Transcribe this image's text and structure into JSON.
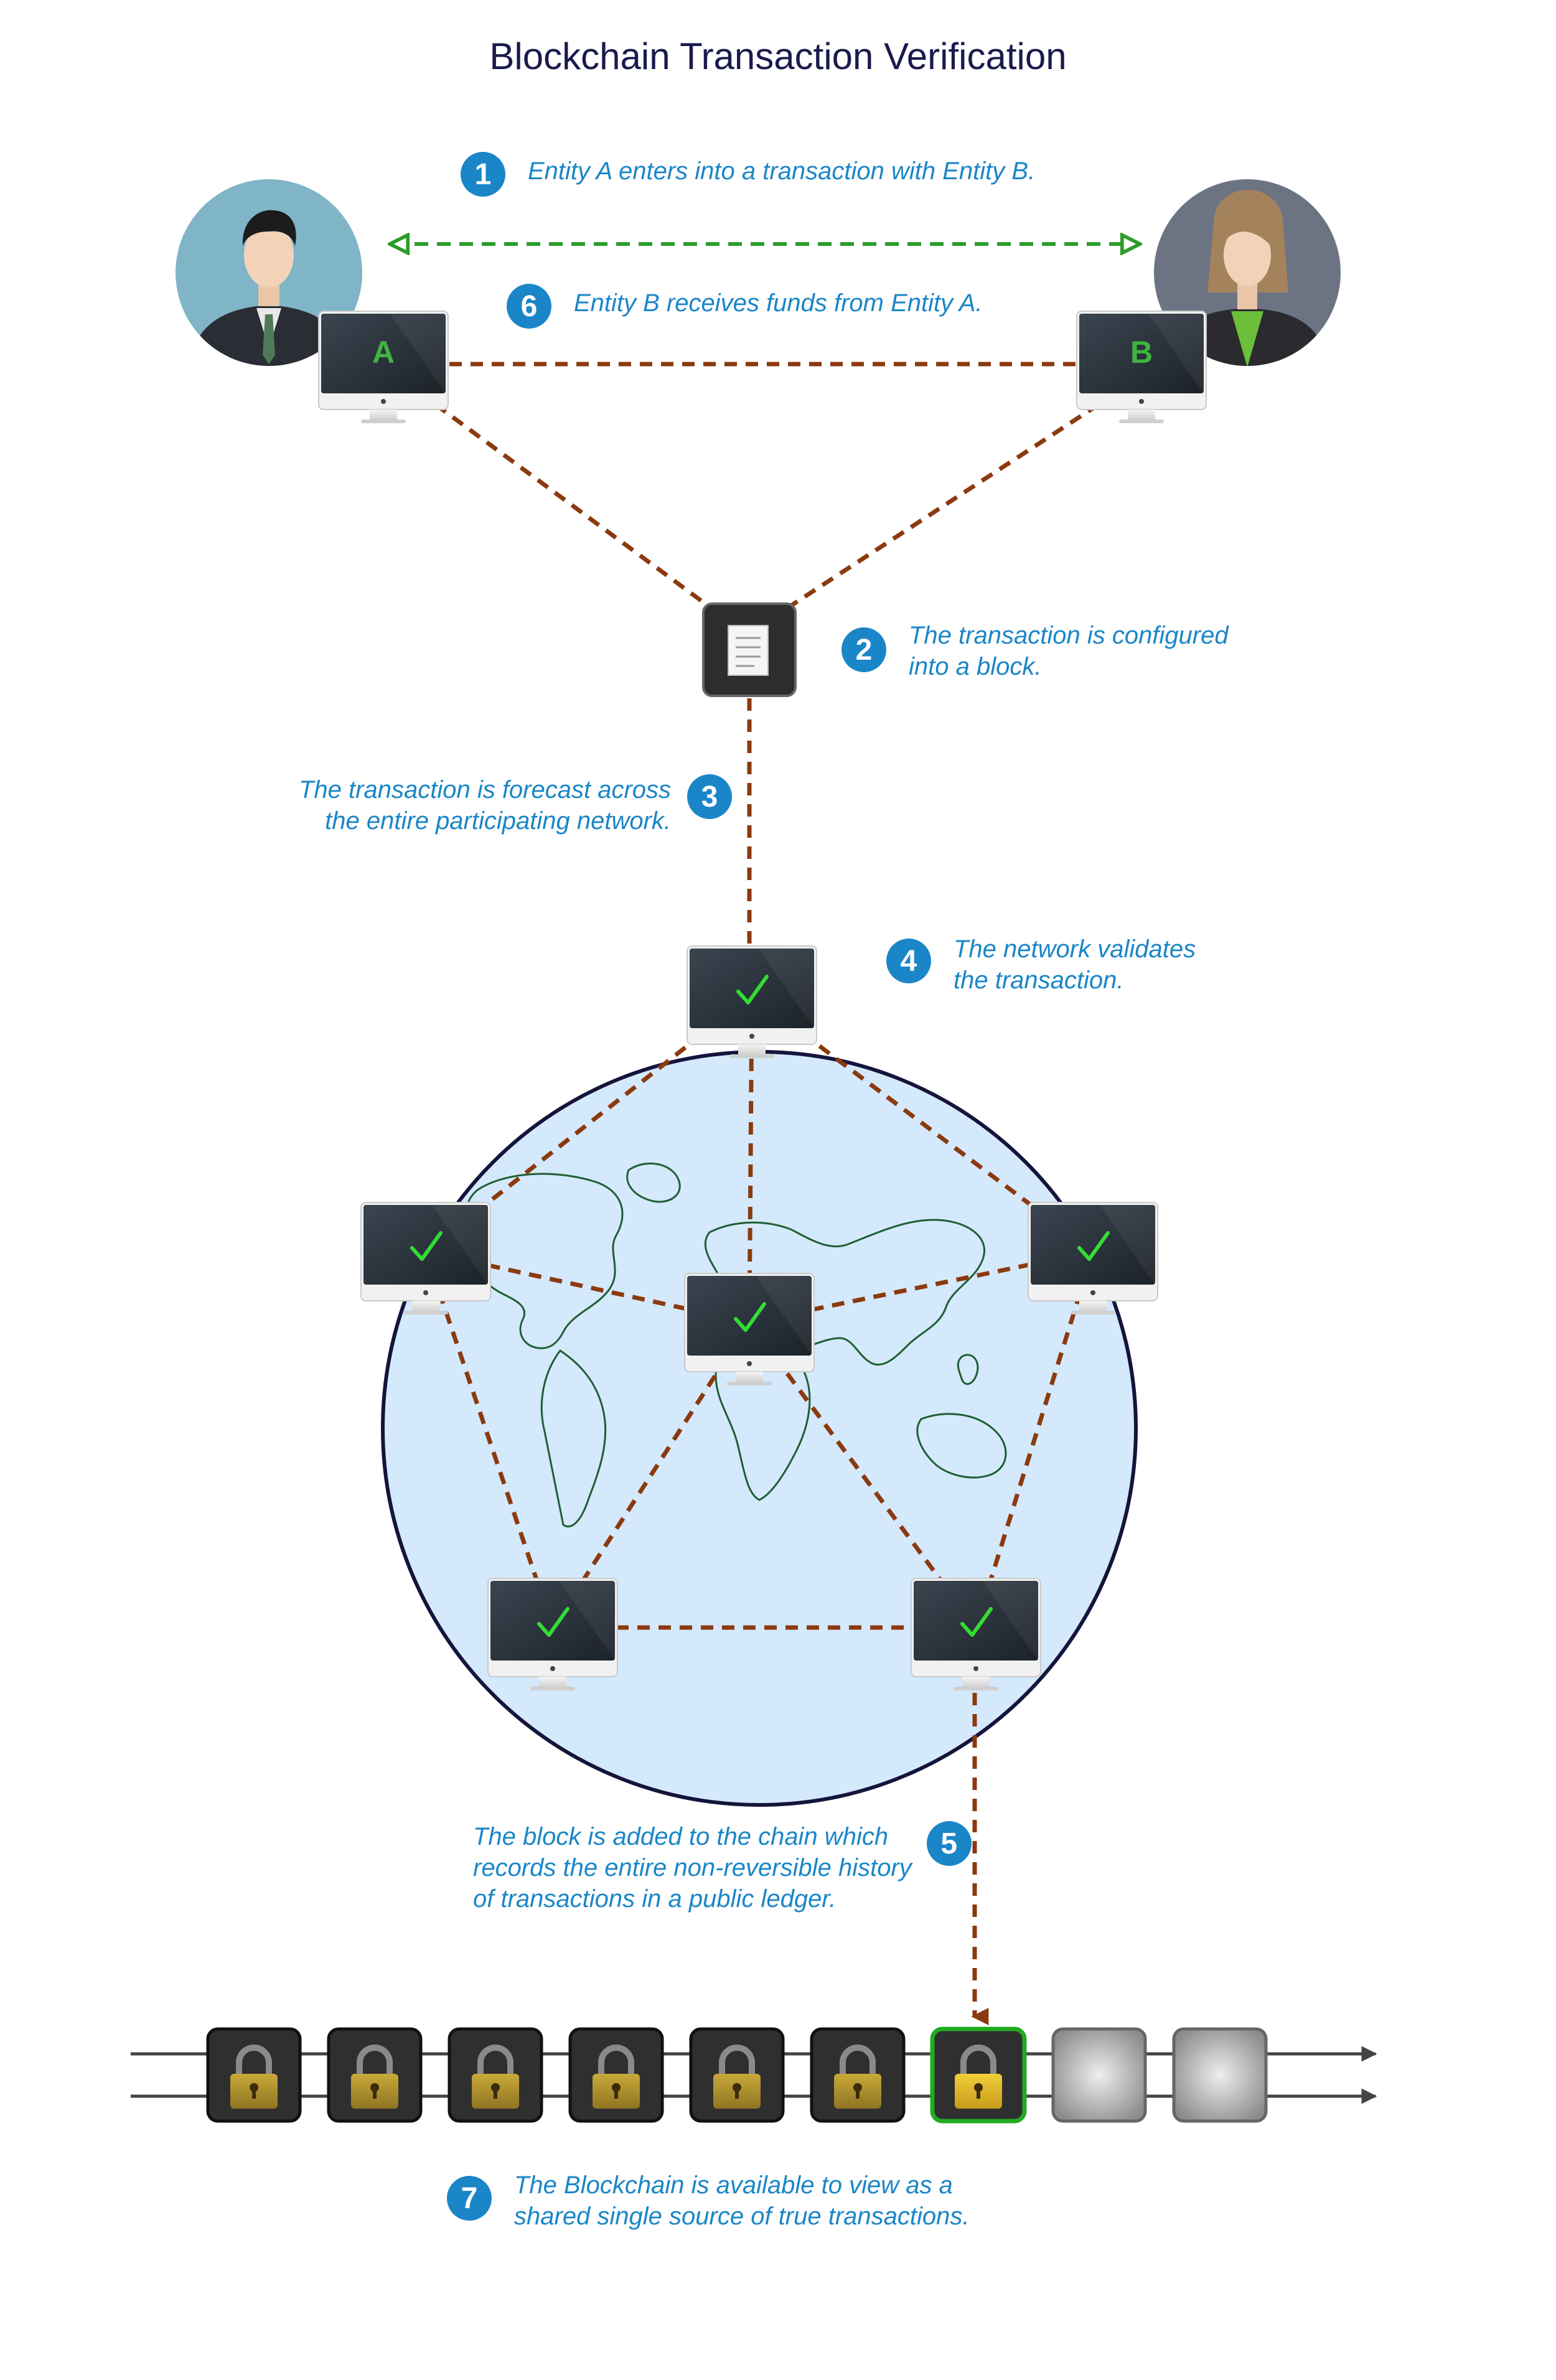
{
  "title": "Blockchain Transaction Verification",
  "colors": {
    "accent": "#1a86c8",
    "title": "#1a1a4e",
    "dashed_link": "#8b3a0f",
    "exchange_arrow": "#2a9d2a",
    "globe_fill": "#d4e9fb",
    "globe_stroke": "#14143c",
    "check": "#33dd33",
    "active_block_border": "#22aa22"
  },
  "entities": {
    "a": {
      "label": "A",
      "icon": "businessman-avatar-icon"
    },
    "b": {
      "label": "B",
      "icon": "businesswoman-avatar-icon"
    }
  },
  "steps": [
    {
      "number": "1",
      "text": "Entity A enters into a transaction with Entity B."
    },
    {
      "number": "2",
      "text": "The transaction is configured\ninto a block."
    },
    {
      "number": "3",
      "text": "The transaction is forecast across\nthe entire participating network."
    },
    {
      "number": "4",
      "text": "The network validates\nthe transaction."
    },
    {
      "number": "5",
      "text": "The block is added to the chain which\nrecords the entire non-reversible history\nof transactions in a public ledger."
    },
    {
      "number": "6",
      "text": "Entity B receives funds from Entity A."
    },
    {
      "number": "7",
      "text": "The Blockchain is available to view as a\nshared single source of true transactions."
    }
  ],
  "chain": {
    "locked_blocks": 6,
    "new_block": "locked",
    "empty_blocks": 2
  }
}
